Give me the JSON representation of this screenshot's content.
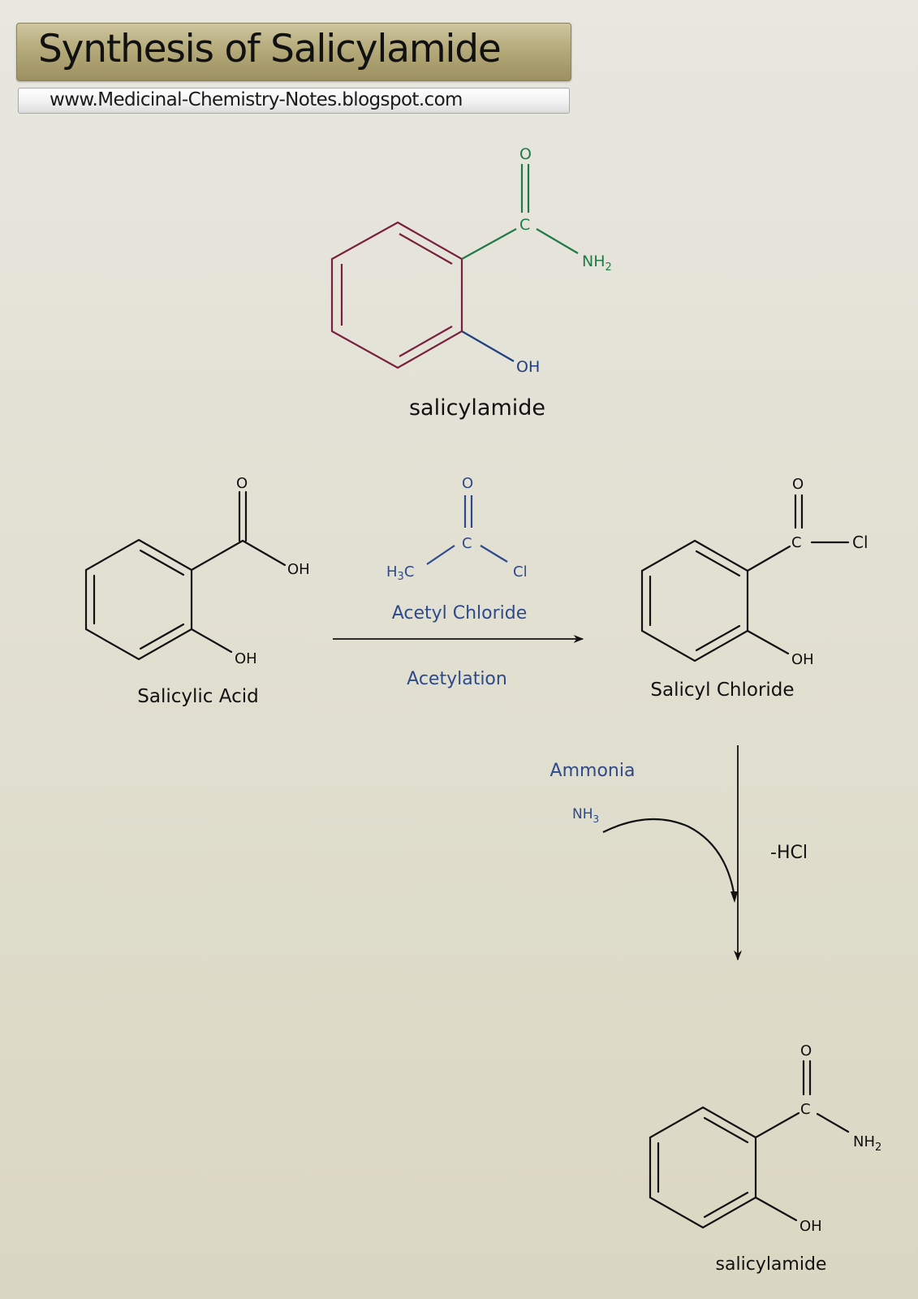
{
  "header": {
    "title": "Synthesis of Salicylamide",
    "url": "www.Medicinal-Chemistry-Notes.blogspot.com"
  },
  "colors": {
    "ring_highlight": "#7a1f3d",
    "amide_highlight": "#1f7a45",
    "hydroxyl_highlight": "#1f3f80",
    "reagent": "#2e4a8c",
    "bond_default": "#111111"
  },
  "molecules": {
    "top_salicylamide": {
      "name": "salicylamide",
      "atoms": {
        "carbonyl_O": "O",
        "carbonyl_C": "C",
        "amine": "NH",
        "amine_sub": "2",
        "hydroxyl": "OH"
      }
    },
    "salicylic_acid": {
      "name": "Salicylic Acid",
      "atoms": {
        "carbonyl_O": "O",
        "acid_OH": "OH",
        "hydroxyl": "OH"
      }
    },
    "acetyl_chloride": {
      "name": "Acetyl Chloride",
      "atoms": {
        "carbonyl_O": "O",
        "carbonyl_C": "C",
        "methyl": "H",
        "methyl_sub": "3",
        "methyl_c": "C",
        "chloride": "Cl"
      }
    },
    "salicyl_chloride": {
      "name": "Salicyl Chloride",
      "atoms": {
        "carbonyl_O": "O",
        "carbonyl_C": "C",
        "chloride": "Cl",
        "hydroxyl": "OH"
      }
    },
    "product_salicylamide": {
      "name": "salicylamide",
      "atoms": {
        "carbonyl_O": "O",
        "carbonyl_C": "C",
        "amine": "NH",
        "amine_sub": "2",
        "hydroxyl": "OH"
      }
    }
  },
  "steps": {
    "step1": {
      "reagent_label": "Acetyl Chloride",
      "process_label": "Acetylation"
    },
    "step2": {
      "reagent_label": "Ammonia",
      "reagent_formula": "NH",
      "reagent_formula_sub": "3",
      "byproduct_label": "-HCl"
    }
  }
}
